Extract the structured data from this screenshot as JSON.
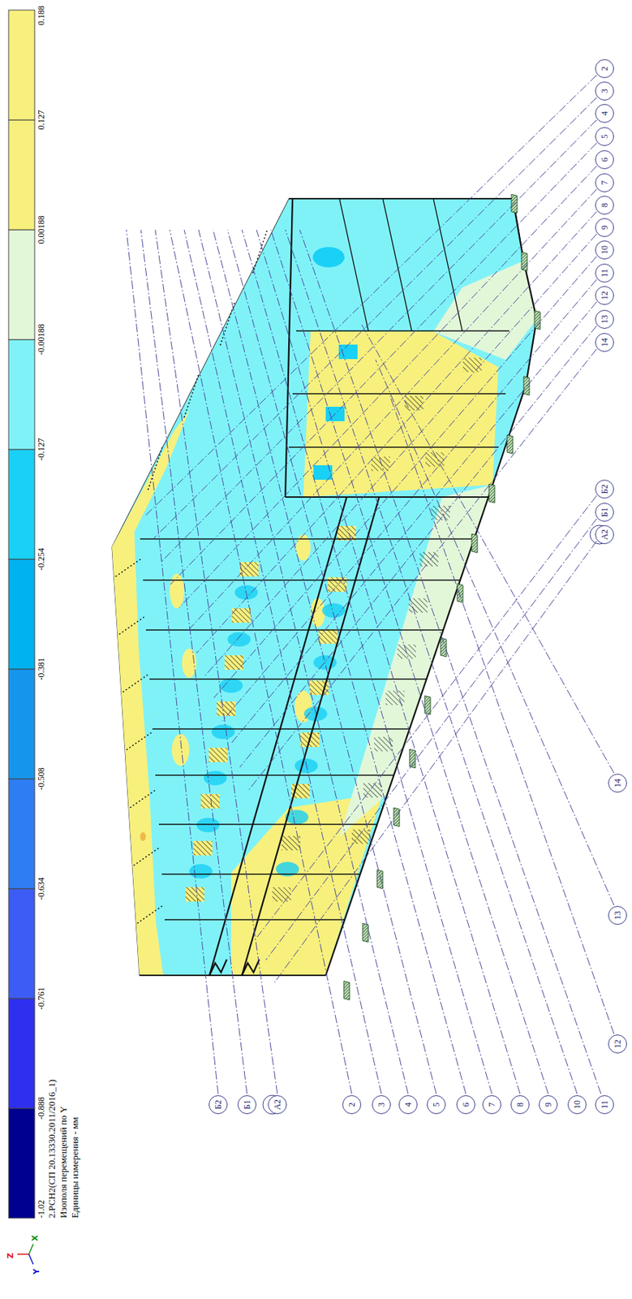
{
  "diagram": {
    "nodes": [
      {
        "text": [
          "Б2"
        ]
      },
      {
        "text": [
          "Б1"
        ]
      },
      {
        "text": [
          "А2"
        ]
      },
      {
        "text": [
          "2"
        ]
      },
      {
        "text": [
          "3"
        ]
      },
      {
        "text": [
          "4"
        ]
      },
      {
        "text": [
          "5"
        ]
      },
      {
        "text": [
          "6"
        ]
      },
      {
        "text": [
          "7"
        ]
      },
      {
        "text": [
          "8"
        ]
      },
      {
        "text": [
          "9"
        ]
      },
      {
        "text": [
          "10"
        ]
      },
      {
        "text": [
          "11"
        ]
      },
      {
        "text": [
          "12"
        ]
      },
      {
        "text": [
          "13"
        ]
      },
      {
        "text": [
          "14"
        ]
      },
      {
        "text": [
          "2"
        ]
      },
      {
        "text": [
          "3"
        ]
      },
      {
        "text": [
          "4"
        ]
      },
      {
        "text": [
          "5"
        ]
      },
      {
        "text": [
          "6"
        ]
      },
      {
        "text": [
          "7"
        ]
      },
      {
        "text": [
          "8"
        ]
      },
      {
        "text": [
          "9"
        ]
      },
      {
        "text": [
          "10"
        ]
      },
      {
        "text": [
          "11"
        ]
      },
      {
        "text": [
          "12"
        ]
      },
      {
        "text": [
          "13"
        ]
      },
      {
        "text": [
          "14"
        ]
      },
      {
        "text": [
          "Б2"
        ]
      },
      {
        "text": [
          "Б1"
        ]
      },
      {
        "text": [
          "А2"
        ]
      }
    ],
    "labels": [
      "-1.02",
      "-0.888",
      "-0.761",
      "-0.634",
      "-0.508",
      "-0.381",
      "-0.254",
      "-0.127",
      "-0.00188",
      "0.00188",
      "0.127",
      "0.188",
      "2.РСН2(СП 20.13330.2011/2016_1)",
      "Изополя перемещений по Y",
      "Единицы измерения - мм",
      "Z",
      "Y",
      "X"
    ]
  }
}
